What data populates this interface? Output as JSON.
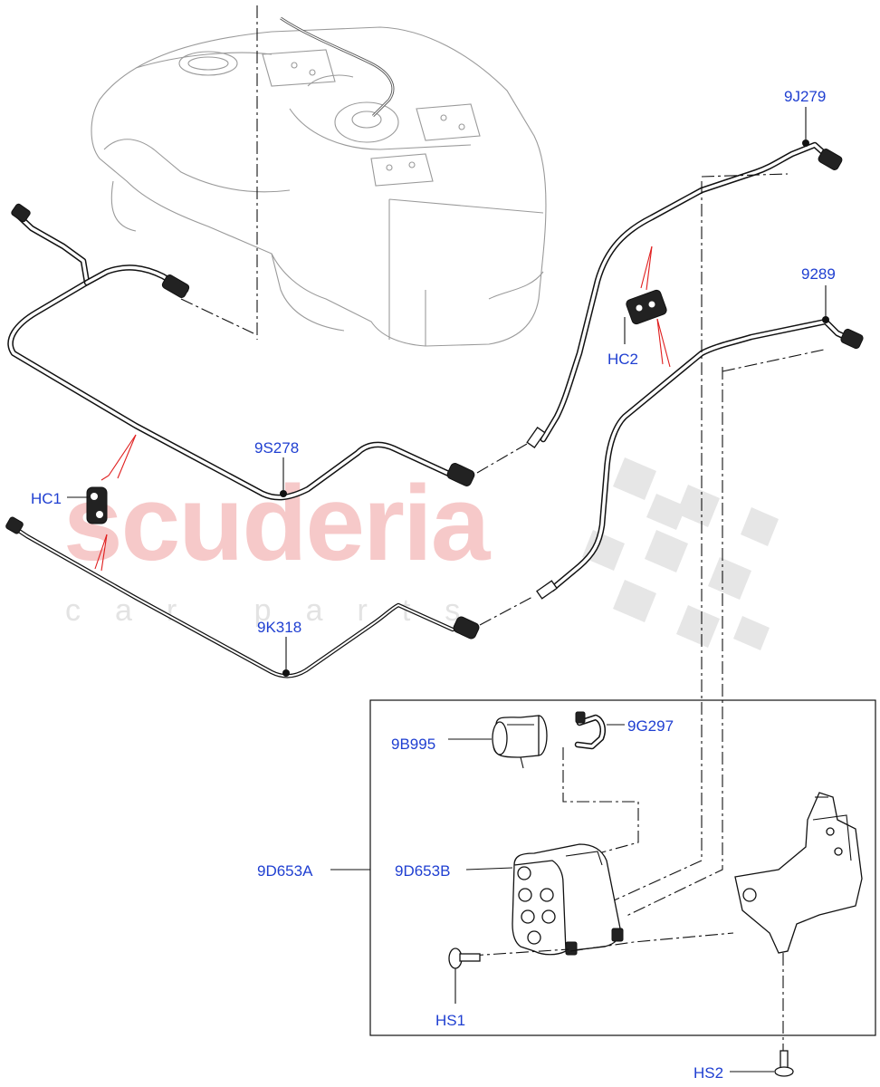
{
  "watermark": {
    "brand": "scuderia",
    "tagline": "car parts"
  },
  "callouts": {
    "part_9J279": "9J279",
    "part_9289": "9289",
    "clip_HC2": "HC2",
    "part_9S278": "9S278",
    "clip_HC1": "HC1",
    "part_9K318": "9K318",
    "assembly_9D653A": "9D653A",
    "part_9B995": "9B995",
    "part_9G297": "9G297",
    "part_9D653B": "9D653B",
    "screw_HS1": "HS1",
    "screw_HS2": "HS2"
  },
  "colors": {
    "callout_text": "#1f3fd1",
    "line_art": "#111111",
    "tank_line_art": "#9a9a9a",
    "clip_indicator": "#e01e1e",
    "watermark_brand": "#f6c9c9",
    "watermark_checker": "#e6e6e6"
  }
}
